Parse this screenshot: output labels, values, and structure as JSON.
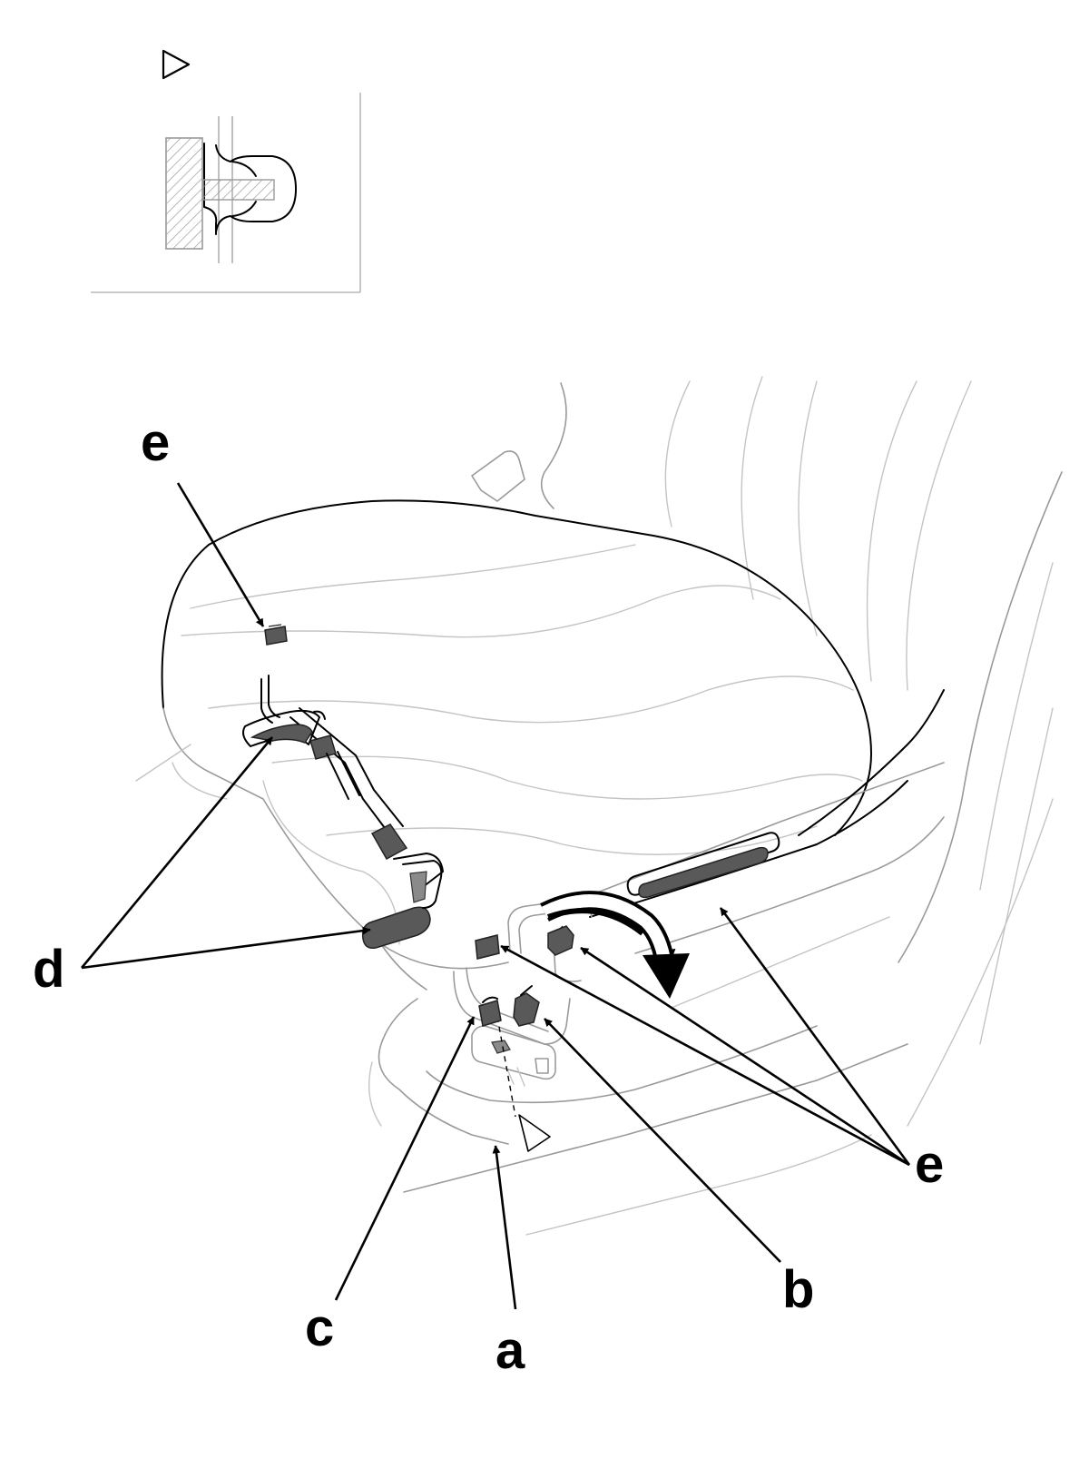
{
  "detail_symbol": "triangle-outline-icon",
  "labels": {
    "a": "a",
    "b": "b",
    "c": "c",
    "d": "d",
    "e_top": "e",
    "e_bottom": "e"
  },
  "colors": {
    "line": "#000000",
    "part_fill": "#595959",
    "hatch": "#9a9a9a"
  }
}
